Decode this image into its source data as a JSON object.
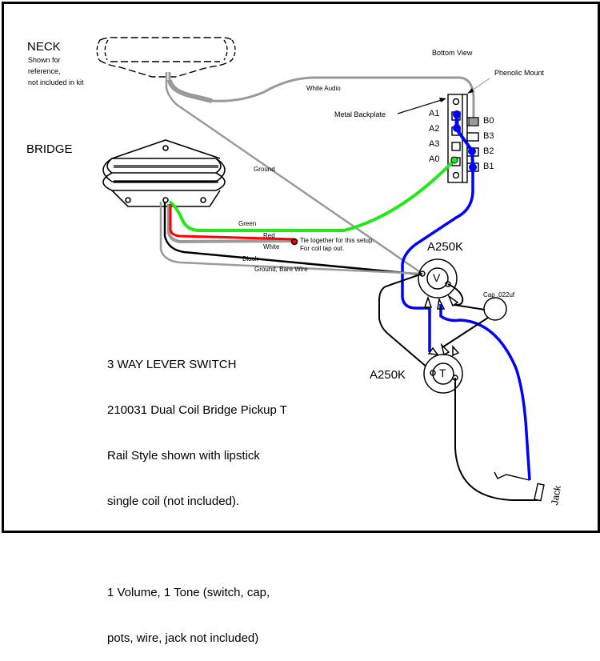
{
  "labels": {
    "neck_title": "NECK",
    "neck_note": [
      "Shown for",
      "reference,",
      "not included in kit"
    ],
    "bridge_title": "BRIDGE",
    "bottom_view": "Bottom View",
    "phenolic_mount": "Phenolic Mount",
    "metal_backplate": "Metal Backplate",
    "white_audio": "White Audio",
    "ground": "Ground",
    "green": "Green",
    "red": "Red",
    "white": "White",
    "black": "Black",
    "ground_bare": "Ground, Bare Wire",
    "tie_note_1": "Tie together for this setup.",
    "tie_note_2": "For coil tap out.",
    "volume_pot_value": "A250K",
    "tone_pot_value": "A250K",
    "volume_symbol": "V",
    "tone_symbol": "T",
    "cap": "Cap .022uf",
    "jack": "Jack"
  },
  "switch_terminals": {
    "left": [
      "A1",
      "A2",
      "A3",
      "A0"
    ],
    "right": [
      "B0",
      "B3",
      "B2",
      "B1"
    ]
  },
  "notes": {
    "line1": "3 WAY LEVER SWITCH",
    "line2": "210031 Dual Coil Bridge Pickup T",
    "line3": "Rail Style shown with lipstick",
    "line4": "single coil (not included).",
    "line5": "",
    "line6": "1 Volume, 1 Tone (switch, cap,",
    "line7": "pots, wire, jack not included)"
  },
  "wire_colors": {
    "green": "#22e81a",
    "red": "#ff0000",
    "blue": "#0000ff",
    "gray": "#9a9a9a",
    "black": "#000000"
  }
}
